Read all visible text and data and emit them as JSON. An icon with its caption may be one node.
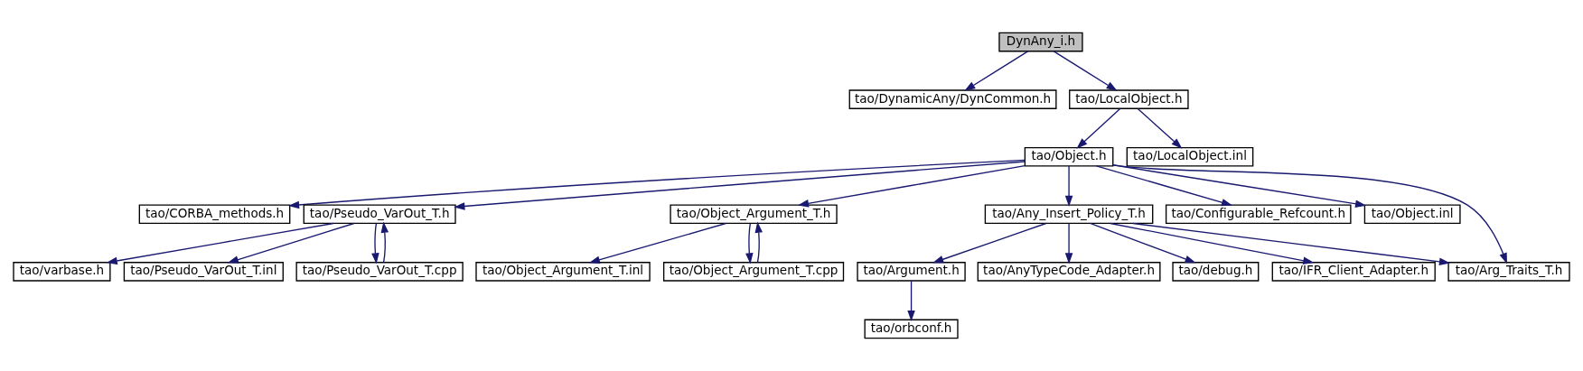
{
  "diagram": {
    "nodes": [
      {
        "text": [
          "DynAny_i.h"
        ]
      },
      {
        "text": [
          "tao/DynamicAny/DynCommon.h"
        ]
      },
      {
        "text": [
          "tao/LocalObject.h"
        ]
      },
      {
        "text": [
          "tao/Object.h"
        ]
      },
      {
        "text": [
          "tao/LocalObject.inl"
        ]
      },
      {
        "text": [
          "tao/CORBA_methods.h"
        ]
      },
      {
        "text": [
          "tao/Pseudo_VarOut_T.h"
        ]
      },
      {
        "text": [
          "tao/Object_Argument_T.h"
        ]
      },
      {
        "text": [
          "tao/Any_Insert_Policy_T.h"
        ]
      },
      {
        "text": [
          "tao/Configurable_Refcount.h"
        ]
      },
      {
        "text": [
          "tao/Object.inl"
        ]
      },
      {
        "text": [
          "tao/varbase.h"
        ]
      },
      {
        "text": [
          "tao/Pseudo_VarOut_T.inl"
        ]
      },
      {
        "text": [
          "tao/Pseudo_VarOut_T.cpp"
        ]
      },
      {
        "text": [
          "tao/Object_Argument_T.inl"
        ]
      },
      {
        "text": [
          "tao/Object_Argument_T.cpp"
        ]
      },
      {
        "text": [
          "tao/Arg_Traits_T.h"
        ]
      },
      {
        "text": [
          "tao/Argument.h"
        ]
      },
      {
        "text": [
          "tao/AnyTypeCode_Adapter.h"
        ]
      },
      {
        "text": [
          "tao/debug.h"
        ]
      },
      {
        "text": [
          "tao/IFR_Client_Adapter.h"
        ]
      },
      {
        "text": [
          "tao/orbconf.h"
        ]
      }
    ],
    "edges": [
      {
        "from": 0,
        "to": 1,
        "arrow": "to"
      },
      {
        "from": 0,
        "to": 2,
        "arrow": "to"
      },
      {
        "from": 2,
        "to": 3,
        "arrow": "to"
      },
      {
        "from": 2,
        "to": 4,
        "arrow": "to"
      },
      {
        "from": 3,
        "to": 5,
        "arrow": "to"
      },
      {
        "from": 3,
        "to": 6,
        "arrow": "to"
      },
      {
        "from": 3,
        "to": 7,
        "arrow": "to"
      },
      {
        "from": 3,
        "to": 16,
        "arrow": "to"
      },
      {
        "from": 3,
        "to": 8,
        "arrow": "to"
      },
      {
        "from": 3,
        "to": 9,
        "arrow": "to"
      },
      {
        "from": 3,
        "to": 10,
        "arrow": "to"
      },
      {
        "from": 6,
        "to": 11,
        "arrow": "to"
      },
      {
        "from": 6,
        "to": 12,
        "arrow": "to"
      },
      {
        "from": 6,
        "to": 13,
        "arrow": "to"
      },
      {
        "from": 13,
        "to": 6,
        "arrow": "to"
      },
      {
        "from": 7,
        "to": 14,
        "arrow": "to"
      },
      {
        "from": 7,
        "to": 15,
        "arrow": "to"
      },
      {
        "from": 15,
        "to": 7,
        "arrow": "to"
      },
      {
        "from": 8,
        "to": 16,
        "arrow": "to"
      },
      {
        "from": 8,
        "to": 17,
        "arrow": "to"
      },
      {
        "from": 8,
        "to": 18,
        "arrow": "to"
      },
      {
        "from": 8,
        "to": 19,
        "arrow": "to"
      },
      {
        "from": 8,
        "to": 20,
        "arrow": "to"
      },
      {
        "from": 17,
        "to": 21,
        "arrow": "to"
      }
    ]
  }
}
